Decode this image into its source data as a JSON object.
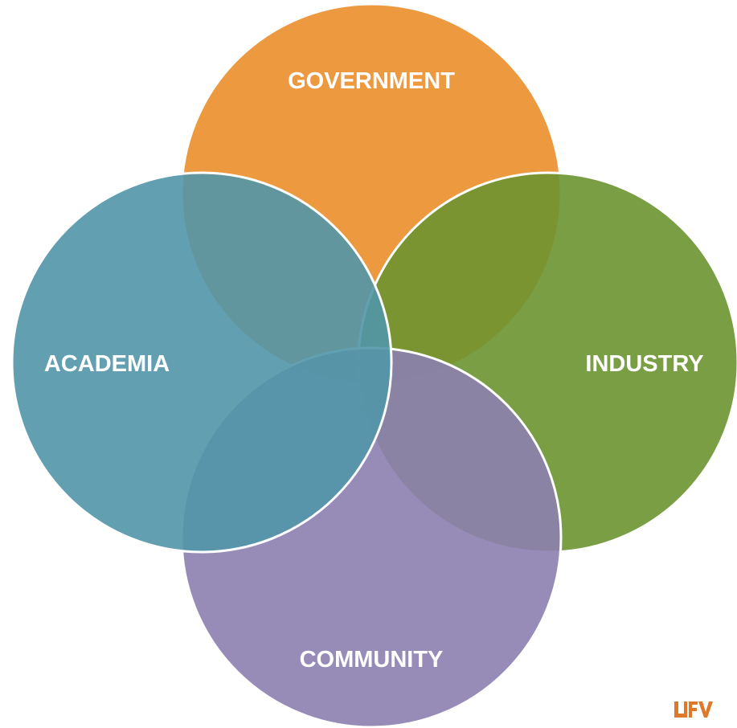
{
  "diagram": {
    "circles": [
      {
        "id": "government",
        "label": "GOVERNMENT",
        "color": "#EB8E2B"
      },
      {
        "id": "industry",
        "label": "INDUSTRY",
        "color": "#6B9430"
      },
      {
        "id": "community",
        "label": "COMMUNITY",
        "color": "#8C7FAF"
      },
      {
        "id": "academia",
        "label": "ACADEMIA",
        "color": "#5196A8"
      }
    ],
    "outline_color": "#FFFFFF"
  },
  "logo": {
    "text": "UFV",
    "color": "#E0782A",
    "icon": "ufv-logo-icon"
  }
}
